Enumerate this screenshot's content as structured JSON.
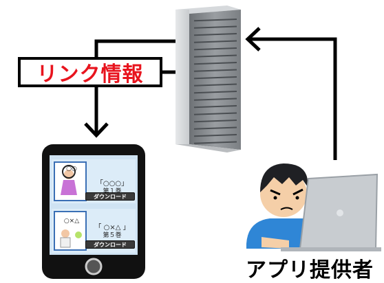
{
  "link_box": {
    "label": "リンク情報"
  },
  "provider": {
    "label": "アプリ提供者"
  },
  "apps": [
    {
      "title": "「○○○」",
      "volume": "第１巻",
      "button": "ダウンロード",
      "thumb_text": "○○"
    },
    {
      "title": "「 ○×△ 」",
      "volume": "第５巻",
      "button": "ダウンロード",
      "thumb_text": "○×△"
    }
  ],
  "colors": {
    "label_red": "#e8141e",
    "arrow": "#000000",
    "phone_body": "#111111",
    "app_panel": "#dcecf8",
    "server": "#8e9296",
    "laptop": "#c8ccd0",
    "shirt": "#2f86d6"
  },
  "icons": [
    "server-icon",
    "smartphone-icon",
    "person-icon",
    "laptop-icon",
    "arrow-icon"
  ]
}
